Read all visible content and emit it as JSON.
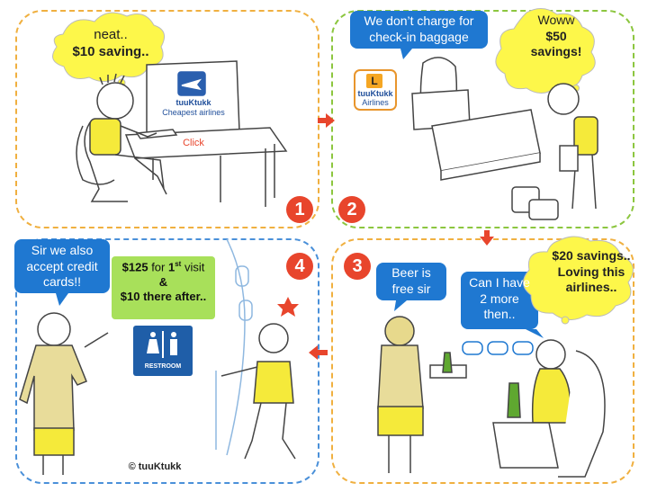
{
  "panel1": {
    "thought_line1": "neat..",
    "thought_line2": "$10 saving..",
    "screen_label": "tuuKtukk",
    "screen_sublabel": "Cheapest airlines",
    "click_label": "Click",
    "number": "1"
  },
  "panel2": {
    "speech_line1": "We don’t charge for",
    "speech_line2": "check-in baggage",
    "thought_line1": "Woww",
    "thought_line2": "$50",
    "thought_line3": "savings!",
    "logo_letter": "L",
    "logo_name": "tuuKtukk",
    "logo_sub": "Airlines",
    "number": "2"
  },
  "panel3": {
    "speech_attendant_line1": "Beer is",
    "speech_attendant_line2": "free sir",
    "speech_passenger_line1": "Can I have",
    "speech_passenger_line2": "2 more",
    "speech_passenger_line3": "then..",
    "thought_line1": "$20 savings..",
    "thought_line2": "Loving this",
    "thought_line3": "airlines..",
    "number": "3"
  },
  "panel4": {
    "speech_line1": "Sir we also",
    "speech_line2": "accept credit",
    "speech_line3": "cards!!",
    "fee_line1_a": "$125",
    "fee_line1_b": " for ",
    "fee_line1_c": "1",
    "fee_line1_sup": "st",
    "fee_line1_d": " visit",
    "fee_line2": "&",
    "fee_line3": "$10 there after..",
    "restroom_label": "RESTROOM",
    "copyright": "© tuuKtukk",
    "number": "4"
  },
  "colors": {
    "arrow": "#e8452c",
    "cloud": "#fdf74a",
    "bubble": "#1f78d1",
    "fee_box": "#a8e05a",
    "shirt": "#f5ea3a"
  }
}
